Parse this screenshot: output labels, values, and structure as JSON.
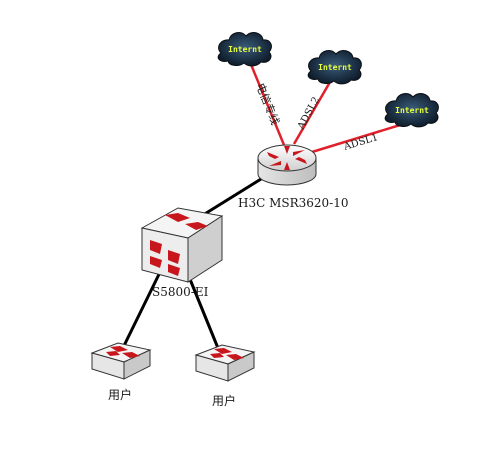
{
  "clouds": [
    {
      "label": "Internt",
      "link_label": "电信专线"
    },
    {
      "label": "Internt",
      "link_label": "ADSL2"
    },
    {
      "label": "Internt",
      "link_label": "ADSL1"
    }
  ],
  "router": {
    "label": "H3C MSR3620-10"
  },
  "core_switch": {
    "label": "S5800-EI"
  },
  "access_switches": [
    {
      "label": "用户"
    },
    {
      "label": "用户"
    }
  ],
  "colors": {
    "wan_link": "#e0202a",
    "lan_link": "#000000",
    "cloud_fill": "#14283c",
    "cloud_text": "#e8ff3a",
    "device_body": "#f2f2f2",
    "device_arrow": "#c8161d"
  }
}
